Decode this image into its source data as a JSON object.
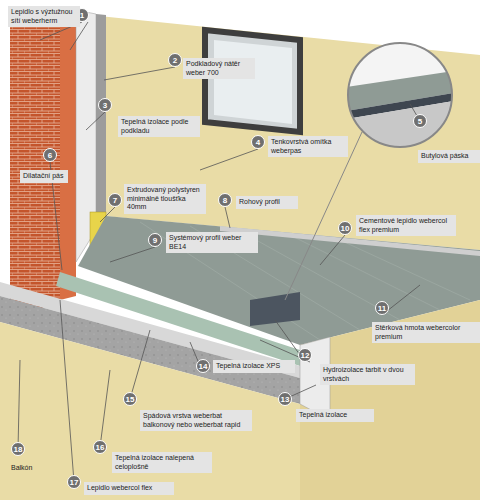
{
  "diagram": {
    "labels": [
      "1",
      "Lepidlo s výztužnou sítí weberherm",
      "2",
      "Podkladový nátěr weber 700",
      "3",
      "Tepelná izolace podle podkladu",
      "4",
      "Tenkovrstvá omítka weberpas",
      "5",
      "Butylová páska",
      "6",
      "Dilatační pás",
      "7",
      "Extrudovaný polystyren minimálně tloušťka 40mm",
      "8",
      "Rohový profil",
      "9",
      "Systémový profil weber BE14",
      "10",
      "Cementové lepidlo webercol flex premium",
      "11",
      "Stěrková hmota webercolor premium",
      "12",
      "Hydroizolace tarbit v dvou vrstvách",
      "13",
      "Tepelná izolace",
      "14",
      "Tepelná izolace XPS",
      "15",
      "Spádová vrstva weberbat balkonový nebo weberbat rapid",
      "16",
      "Tepelná izolace nalepená celoplošně",
      "17",
      "Lepidlo webercol flex",
      "18",
      "Balkón"
    ]
  }
}
